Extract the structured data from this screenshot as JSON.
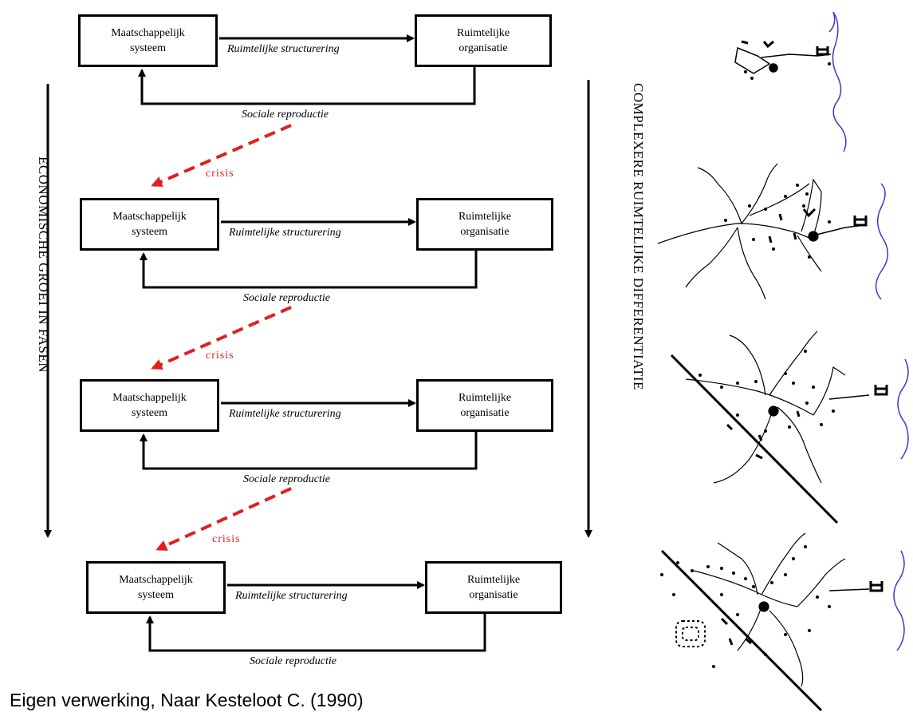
{
  "phases": [
    {
      "left_box": "Maatschappelijk\nsysteem",
      "right_box": "Ruimtelijke\norganisatie",
      "arrow_label": "Ruimtelijke structurering",
      "return_label": "Sociale reproductie"
    },
    {
      "left_box": "Maatschappelijk\nsysteem",
      "right_box": "Ruimtelijke\norganisatie",
      "arrow_label": "Ruimtelijke structurering",
      "return_label": "Sociale reproductie"
    },
    {
      "left_box": "Maatschappelijk\nsysteem",
      "right_box": "Ruimtelijke\norganisatie",
      "arrow_label": "Ruimtelijke structurering",
      "return_label": "Sociale reproductie"
    },
    {
      "left_box": "Maatschappelijk\nsysteem",
      "right_box": "Ruimtelijke\norganisatie",
      "arrow_label": "Ruimtelijke structurering",
      "return_label": "Sociale reproductie"
    }
  ],
  "crisis_labels": [
    "crisis",
    "crisis",
    "crisis"
  ],
  "left_axis_label": "ECONOMISCHE GROEI IN FASEN",
  "right_axis_label": "COMPLEXERE RUIMTELIJKE DIFFERENTIATIE",
  "caption": "Eigen verwerking, Naar Kesteloot C. (1990)",
  "colors": {
    "crisis": "#e02020",
    "river": "#3a3ad0",
    "ink": "#000000"
  }
}
